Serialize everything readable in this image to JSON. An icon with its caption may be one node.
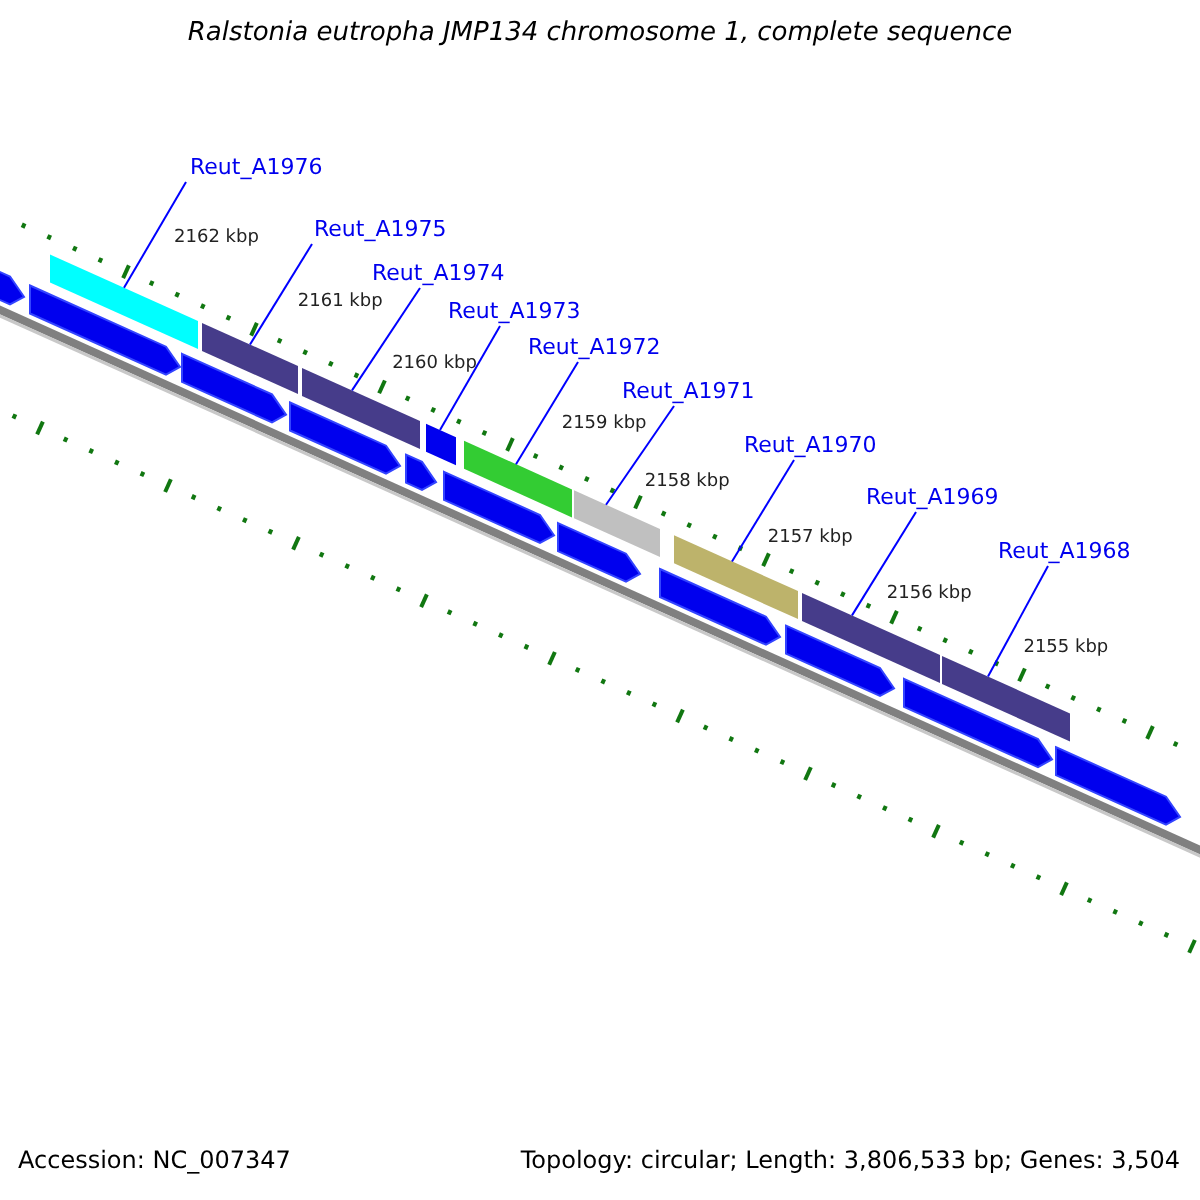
{
  "diagram": {
    "title": "Ralstonia eutropha JMP134 chromosome 1, complete sequence",
    "nodes": [
      {
        "text": [
          "Reut_A1976"
        ]
      },
      {
        "text": [
          "Reut_A1975"
        ]
      },
      {
        "text": [
          "Reut_A1974"
        ]
      },
      {
        "text": [
          "Reut_A1973"
        ]
      },
      {
        "text": [
          "Reut_A1972"
        ]
      },
      {
        "text": [
          "Reut_A1971"
        ]
      },
      {
        "text": [
          "Reut_A1970"
        ]
      },
      {
        "text": [
          "Reut_A1969"
        ]
      },
      {
        "text": [
          "Reut_A1968"
        ]
      },
      {
        "text": [],
        "shape": "bar"
      },
      {
        "text": [],
        "shape": "bar"
      },
      {
        "text": [],
        "shape": "bar"
      },
      {
        "text": [],
        "shape": "bar"
      },
      {
        "text": [],
        "shape": "bar"
      },
      {
        "text": [],
        "shape": "bar"
      },
      {
        "text": [],
        "shape": "bar"
      },
      {
        "text": [],
        "shape": "bar"
      },
      {
        "text": [],
        "shape": "bar"
      },
      {
        "text": [],
        "shape": "bar"
      },
      {
        "text": [],
        "shape": "bar"
      },
      {
        "text": [],
        "shape": "bar"
      },
      {
        "text": [],
        "shape": "bar"
      },
      {
        "text": [],
        "shape": "bar"
      },
      {
        "text": [],
        "shape": "bar"
      },
      {
        "text": [],
        "shape": "bar"
      },
      {
        "text": [],
        "shape": "bar"
      },
      {
        "text": [],
        "shape": "bar"
      },
      {
        "text": [],
        "shape": "bar"
      },
      {
        "text": [],
        "shape": "bar"
      }
    ],
    "edges": [
      {
        "from": 0,
        "to": 9,
        "arrow": "none"
      },
      {
        "from": 1,
        "to": 10,
        "arrow": "none"
      },
      {
        "from": 2,
        "to": 11,
        "arrow": "none"
      },
      {
        "from": 3,
        "to": 12,
        "arrow": "none"
      },
      {
        "from": 4,
        "to": 13,
        "arrow": "none"
      },
      {
        "from": 5,
        "to": 14,
        "arrow": "none"
      },
      {
        "from": 6,
        "to": 15,
        "arrow": "none"
      },
      {
        "from": 7,
        "to": 16,
        "arrow": "none"
      },
      {
        "from": 8,
        "to": 17,
        "arrow": "none"
      }
    ],
    "labels": [
      "2162 kbp",
      "2161 kbp",
      "2160 kbp",
      "2159 kbp",
      "2158 kbp",
      "2157 kbp",
      "2156 kbp",
      "2155 kbp",
      "Accession: NC_007347",
      "Topology: circular; Length: 3,806,533 bp; Genes: 3,504"
    ]
  }
}
